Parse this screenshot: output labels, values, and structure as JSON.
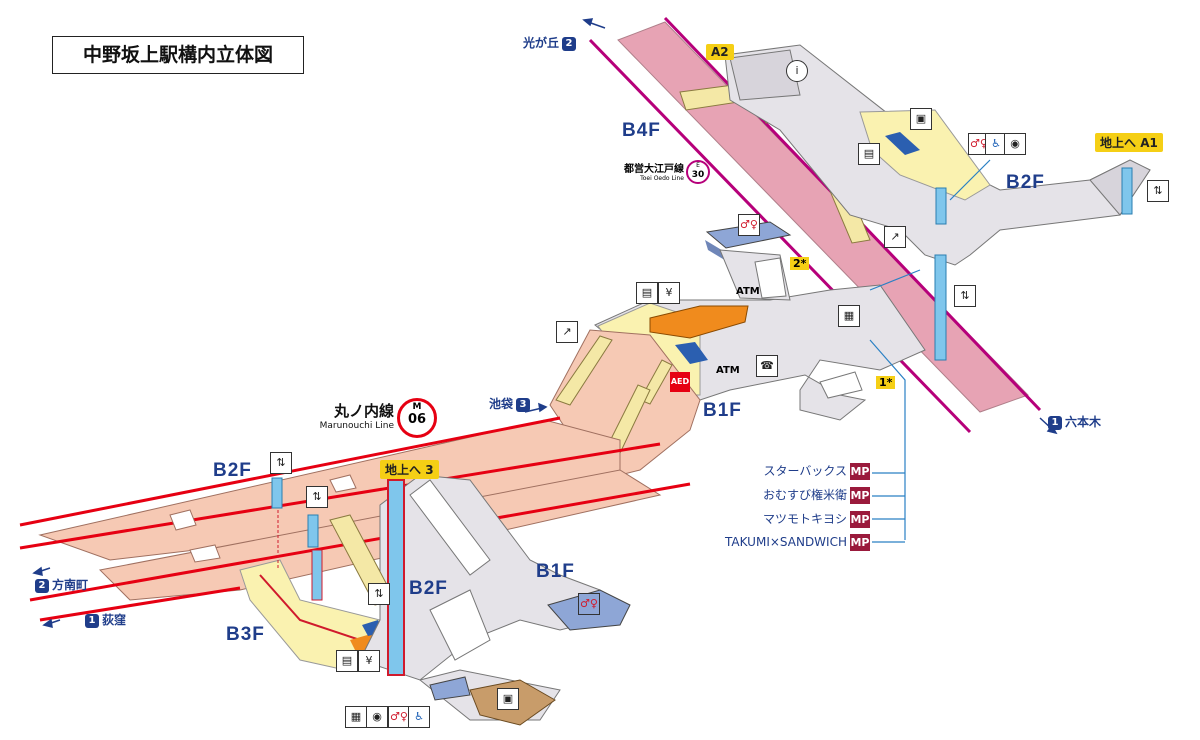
{
  "title": "中野坂上駅構内立体図",
  "floors": {
    "marunouchi_b2f": "B2F",
    "marunouchi_b3f": "B3F",
    "marunouchi_mid_b2f": "B2F",
    "marunouchi_b1f": "B1F",
    "oedo_b4f": "B4F",
    "oedo_b2f": "B2F",
    "oedo_b1f": "B1F"
  },
  "lines": {
    "marunouchi": {
      "name": "丸ノ内線",
      "sub": "Marunouchi Line",
      "code_letter": "M",
      "code_number": "06",
      "color": "#e60012"
    },
    "oedo": {
      "name": "都営大江戸線",
      "sub": "Toei Oedo Line",
      "code_letter": "E",
      "code_number": "30",
      "color": "#b6007a"
    }
  },
  "directions": {
    "hikarigaoka": {
      "label": "光が丘",
      "num": "2"
    },
    "roppongi": {
      "label": "六本木",
      "num": "1"
    },
    "ikebukuro": {
      "label": "池袋",
      "num": "3"
    },
    "honancho": {
      "label": "方南町",
      "num": "2"
    },
    "ogikubo": {
      "label": "荻窪",
      "num": "1"
    }
  },
  "exits": {
    "a2": "A2",
    "a1_prefix": "地上へ",
    "a1": "A1",
    "exit3_prefix": "地上へ",
    "exit3": "3"
  },
  "markers": {
    "star1": "1*",
    "star2": "2*"
  },
  "facilities": {
    "atm1": "ATM",
    "atm2": "ATM",
    "aed": "AED"
  },
  "shops": [
    {
      "name": "スターバックス",
      "badge": "MP"
    },
    {
      "name": "おむすび権米衛",
      "badge": "MP"
    },
    {
      "name": "マツモトキヨシ",
      "badge": "MP"
    },
    {
      "name": "TAKUMI×SANDWICH",
      "badge": "MP"
    }
  ],
  "colors": {
    "marunouchi_platform": "#f6c9b4",
    "oedo_platform": "#e7a3b4",
    "concourse": "#e5e3e8",
    "ticket_area": "#faf2b0",
    "gate": "#f08b1d",
    "restroom": "#8ea6d6",
    "elevator": "#7fc6ec",
    "line_red": "#e60012",
    "line_magenta": "#b6007a",
    "text_blue": "#1f3d8a",
    "exit_yellow": "#f5cf15"
  },
  "icons": [
    "information-icon",
    "restroom-icon",
    "accessible-icon",
    "baby-icon",
    "elevator-icon",
    "escalator-icon",
    "stair-lift-icon",
    "ticket-machine-icon",
    "fare-adjustment-icon",
    "telephone-icon",
    "coin-locker-icon",
    "station-office-icon"
  ]
}
